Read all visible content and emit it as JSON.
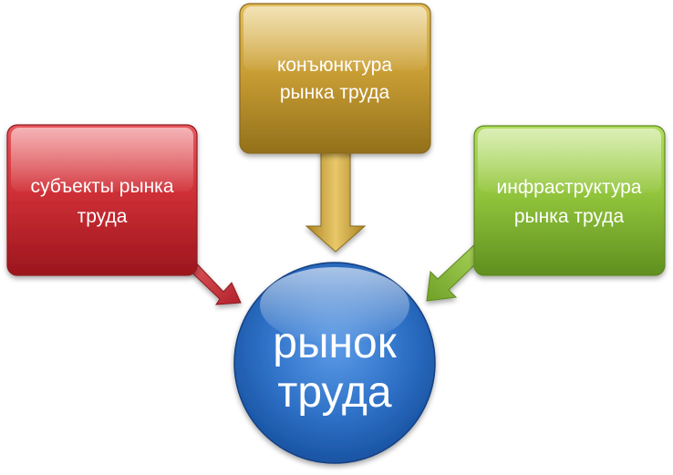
{
  "diagram": {
    "center": {
      "line1": "рынок",
      "line2": "труда",
      "color": "#2e6fc4"
    },
    "boxes": [
      {
        "id": "subjects",
        "line1": "субъекты рынка",
        "line2": "труда",
        "color": "#c8262e"
      },
      {
        "id": "conjuncture",
        "line1": "конъюнктура",
        "line2": "рынка труда",
        "color": "#c49a2f"
      },
      {
        "id": "infrastructure",
        "line1": "инфраструктура",
        "line2": "рынка труда",
        "color": "#8fc13b"
      }
    ]
  }
}
